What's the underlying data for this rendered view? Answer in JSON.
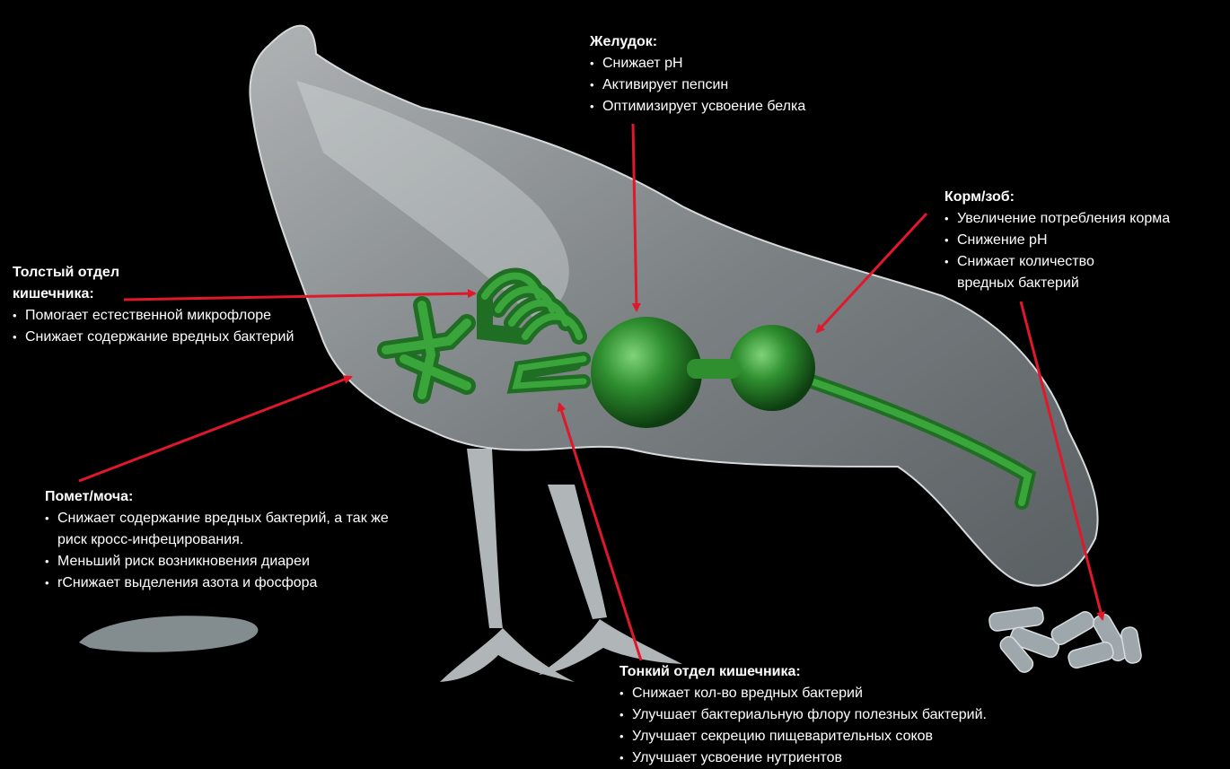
{
  "colors": {
    "background": "#000000",
    "arrow": "#e0182b",
    "organ": "#2f8f2f",
    "body": "#c9cfd2"
  },
  "annotations": {
    "stomach": {
      "title": "Желудок:",
      "items": [
        "Снижает pH",
        "Активирует пепсин",
        "Оптимизирует усвоение белка"
      ]
    },
    "crop": {
      "title": "Корм/зоб:",
      "items": [
        "Увеличение потребления корма",
        "Снижение pH",
        "Снижает количество вредных бактерий"
      ]
    },
    "large_intestine": {
      "title_line1": "Толстый отдел",
      "title_line2": "кишечника:",
      "items": [
        "Помогает естественной микрофлоре",
        "Снижает содержание вредных бактерий"
      ]
    },
    "droppings": {
      "title": "Помет/моча:",
      "items": [
        "Снижает содержание вредных бактерий, а так же риск кросс-инфецирования.",
        "Меньший риск возникновения диареи",
        "rСнижает выделения азота и фосфора"
      ]
    },
    "small_intestine": {
      "title": "Тонкий отдел кишечника:",
      "items": [
        "Снижает кол-во вредных бактерий",
        "Улучшает бактериальную флору полезных бактерий.",
        "Улучшает секрецию пищеварительных соков",
        "Улучшает усвоение нутриентов"
      ]
    }
  }
}
